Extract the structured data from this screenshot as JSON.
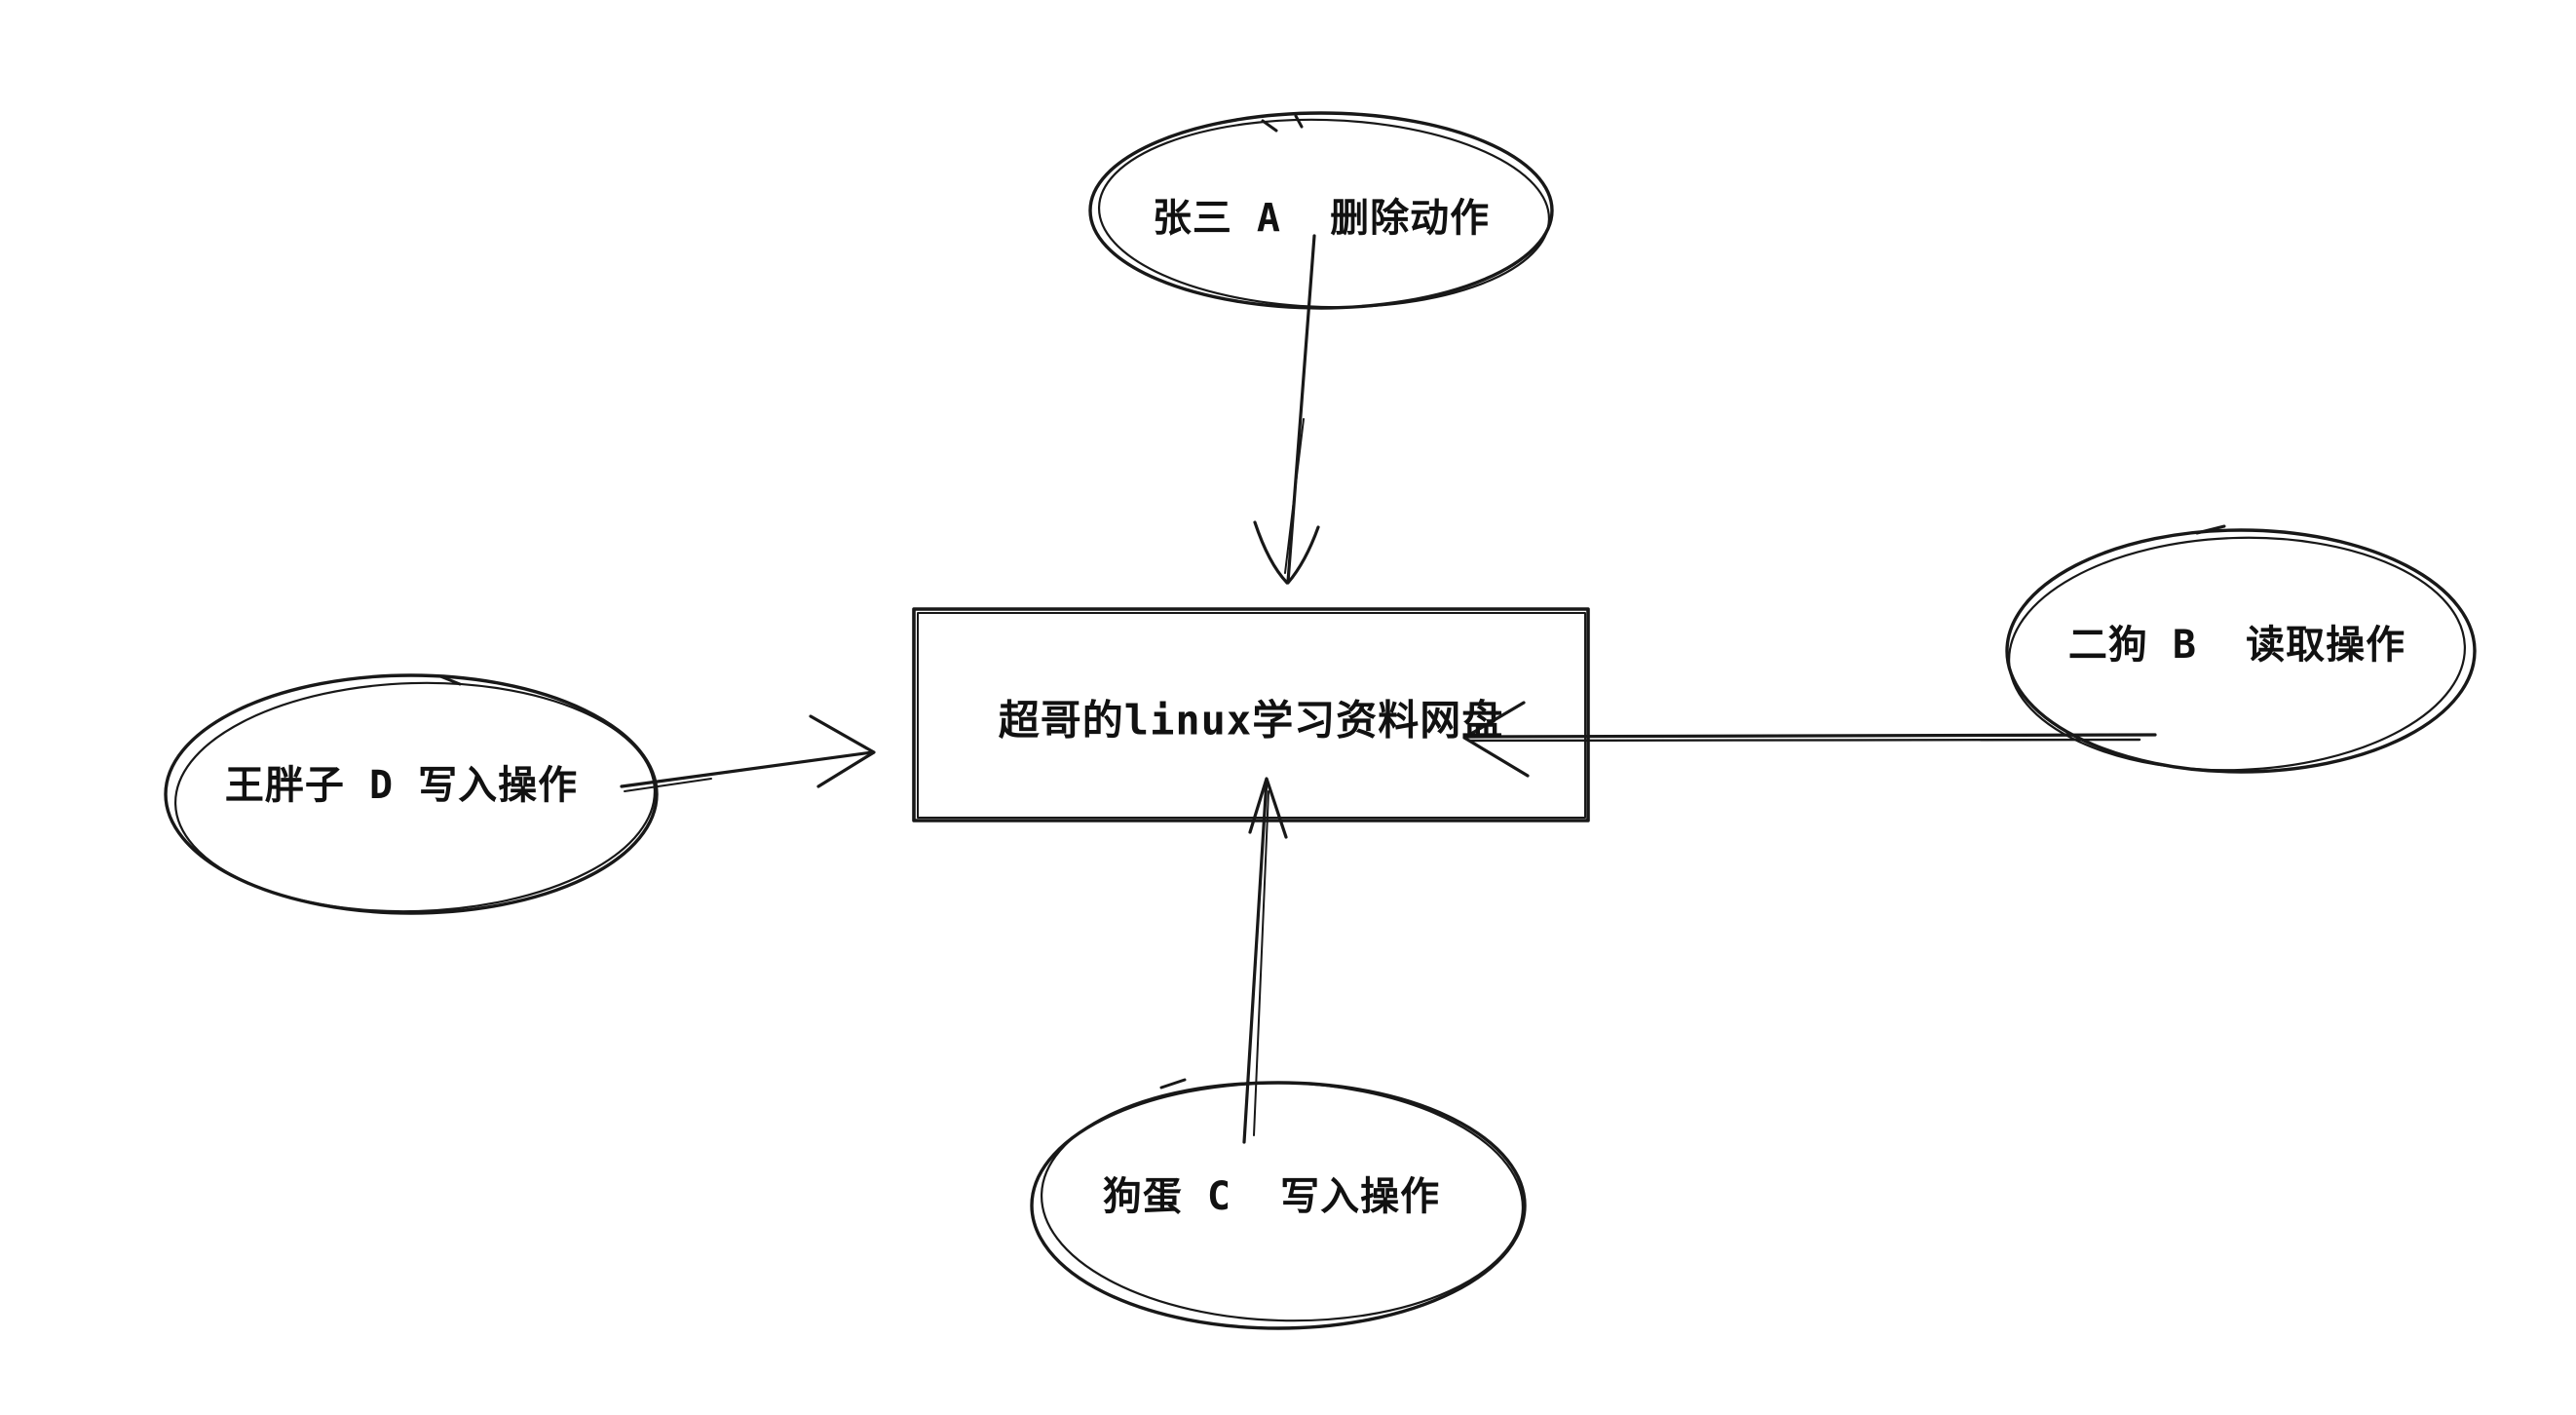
{
  "diagram": {
    "background_color": "#ffffff",
    "stroke_color": "#181818",
    "center_box": {
      "label": "超哥的linux学习资料网盘"
    },
    "nodes": [
      {
        "id": "actor-a",
        "position": "top",
        "label": "张三 A  删除动作"
      },
      {
        "id": "actor-b",
        "position": "right",
        "label": "二狗 B  读取操作"
      },
      {
        "id": "actor-c",
        "position": "bottom",
        "label": "狗蛋 C  写入操作"
      },
      {
        "id": "actor-d",
        "position": "left",
        "label": "王胖子 D 写入操作"
      }
    ],
    "arrows": [
      {
        "id": "arrow-a-to-box",
        "from": "actor-a",
        "to": "center_box",
        "direction": "down"
      },
      {
        "id": "arrow-b-to-box",
        "from": "actor-b",
        "to": "center_box",
        "direction": "left"
      },
      {
        "id": "arrow-c-to-box",
        "from": "actor-c",
        "to": "center_box",
        "direction": "up"
      },
      {
        "id": "arrow-d-to-box",
        "from": "actor-d",
        "to": "center_box",
        "direction": "right"
      }
    ]
  }
}
